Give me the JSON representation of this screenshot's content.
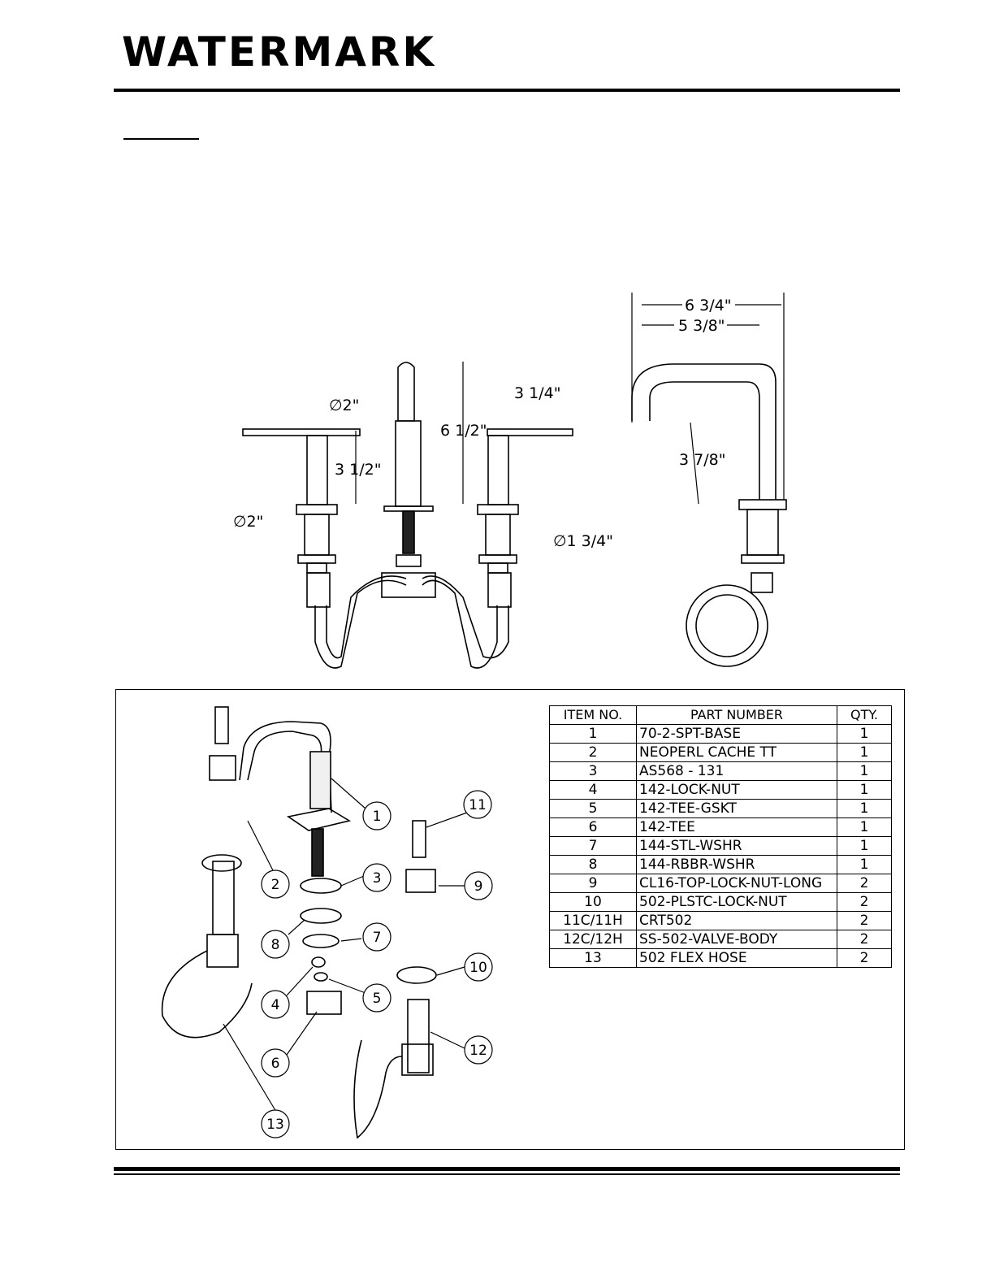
{
  "brand": {
    "logo_text": "WATERMARK"
  },
  "dimensions": {
    "overall_reach": "6 3/4\"",
    "spout_reach": "5 3/8\"",
    "handle_diameter": "∅2\"",
    "spout_diameter": "∅2\"",
    "spout_height": "6 1/2\"",
    "handle_spacing": "3 1/4\"",
    "handle_height": "3 1/2\"",
    "base_diameter": "∅1 3/4\"",
    "spout_clearance": "3 7/8\""
  },
  "callouts": [
    "1",
    "2",
    "3",
    "4",
    "5",
    "6",
    "7",
    "8",
    "9",
    "10",
    "11",
    "12",
    "13"
  ],
  "bom": {
    "headers": {
      "item": "ITEM NO.",
      "part": "PART NUMBER",
      "qty": "QTY."
    },
    "rows": [
      {
        "item": "1",
        "part": "70-2-SPT-BASE",
        "qty": "1"
      },
      {
        "item": "2",
        "part": "NEOPERL CACHE TT",
        "qty": "1"
      },
      {
        "item": "3",
        "part": "AS568 - 131",
        "qty": "1"
      },
      {
        "item": "4",
        "part": "142-LOCK-NUT",
        "qty": "1"
      },
      {
        "item": "5",
        "part": "142-TEE-GSKT",
        "qty": "1"
      },
      {
        "item": "6",
        "part": "142-TEE",
        "qty": "1"
      },
      {
        "item": "7",
        "part": "144-STL-WSHR",
        "qty": "1"
      },
      {
        "item": "8",
        "part": "144-RBBR-WSHR",
        "qty": "1"
      },
      {
        "item": "9",
        "part": "CL16-TOP-LOCK-NUT-LONG",
        "qty": "2"
      },
      {
        "item": "10",
        "part": "502-PLSTC-LOCK-NUT",
        "qty": "2"
      },
      {
        "item": "11C/11H",
        "part": "CRT502",
        "qty": "2"
      },
      {
        "item": "12C/12H",
        "part": "SS-502-VALVE-BODY",
        "qty": "2"
      },
      {
        "item": "13",
        "part": "502 FLEX HOSE",
        "qty": "2"
      }
    ]
  }
}
